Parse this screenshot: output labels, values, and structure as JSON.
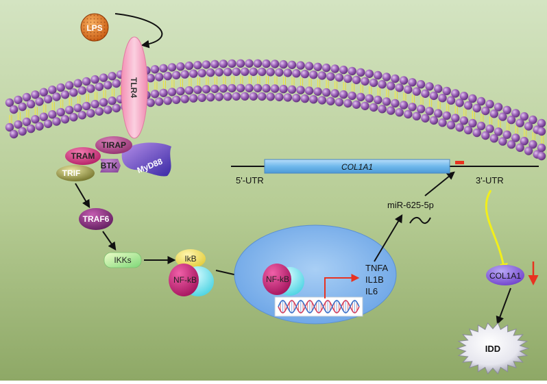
{
  "labels": {
    "lps": "LPS",
    "tlr4": "TLR4",
    "tirap": "TIRAP",
    "tram": "TRAM",
    "btk": "BTK",
    "myd88": "MyD88",
    "trif": "TRIF",
    "traf6": "TRAF6",
    "ikks": "IKKs",
    "ikb": "IkB",
    "nfkb_cyto": "NF-kB",
    "nfkb_nuc": "NF-kB",
    "tnfa": "TNFA",
    "il1b": "IL1B",
    "il6": "IL6",
    "mirna": "miR-625-5p",
    "gene": "COL1A1",
    "utr5": "5'-UTR",
    "utr3": "3'-UTR",
    "protein": "COL1A1",
    "disease": "IDD"
  },
  "colors": {
    "background_top": "#d2e3c0",
    "background_bottom": "#90ab68",
    "lipid_head": "#7d4a9a",
    "lipid_tail": "#f0e64a",
    "nucleus": "#7fb2ec",
    "mrna_bar": "#7cc0ec",
    "binding_site": "#e8321e",
    "lps": "#e8781e",
    "downregulation_arrow": "#e8321e",
    "transcription_arrow": "#e83220",
    "yellow_arrow": "#f2ef1a"
  }
}
